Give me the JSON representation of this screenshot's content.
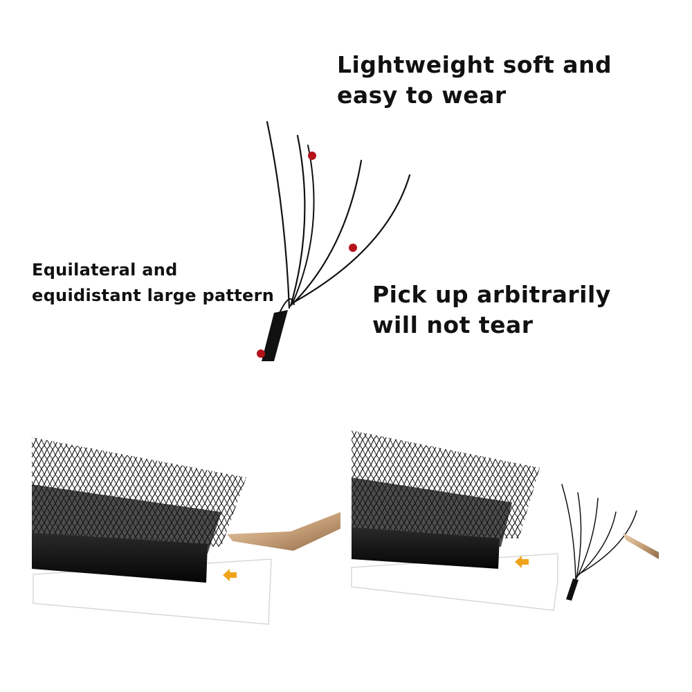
{
  "captions": {
    "top": {
      "line1": "Lightweight soft and",
      "line2": "easy to wear"
    },
    "left": {
      "line1": "Equilateral and",
      "line2": "equidistant large pattern"
    },
    "right": {
      "line1": "Pick up arbitrarily",
      "line2": "will not tear"
    }
  },
  "colors": {
    "background": "#ffffff",
    "text": "#111111",
    "marker": "#b5121b",
    "lash": "#111111",
    "tweezer_gold": "#c8a27a",
    "arrow": "#f0a31a"
  },
  "illustration": {
    "fan_bundle": {
      "description_icon": "lash-fan-icon",
      "marker_count": 3
    },
    "left_photo": {
      "icon": "lash-strip-with-tweezer-icon"
    },
    "right_photo": {
      "icon": "lash-strip-with-picked-fan-icon"
    }
  }
}
